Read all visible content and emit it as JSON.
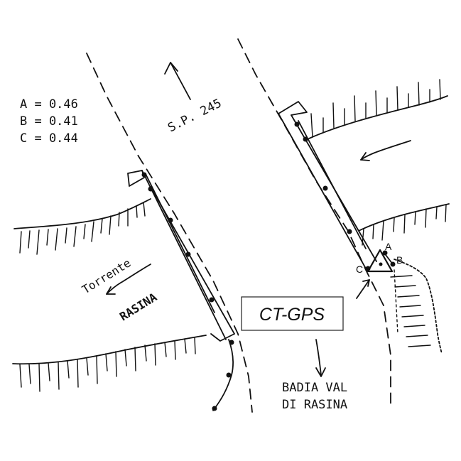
{
  "legend": {
    "a": "A = 0.46",
    "b": "B = 0.41",
    "c": "C = 0.44"
  },
  "labels": {
    "road": "S.P. 245",
    "stream_line1": "Torrente",
    "stream_line2": "RASINA",
    "gps_box": "CT-GPS",
    "destination_line1": "BADIA VAL",
    "destination_line2": "DI RASINA",
    "point_a": "A",
    "point_b": "B",
    "point_c": "C"
  },
  "colors": {
    "ink": "#111111",
    "paper": "#ffffff"
  }
}
